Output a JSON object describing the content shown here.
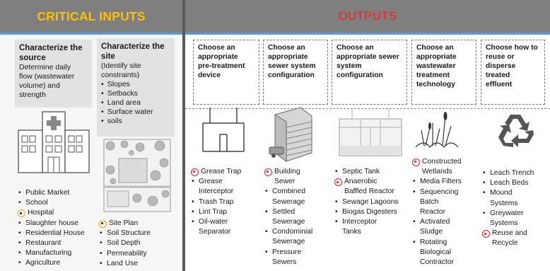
{
  "critical_inputs": {
    "header": "CRITICAL INPUTS",
    "source_box": {
      "title_line1": "Characterize the",
      "title_line2": "source",
      "desc_line1": "Determine daily",
      "desc_line2": "flow (wastewater",
      "desc_line3": "volume) and",
      "desc_line4": "strength"
    },
    "site_box": {
      "title_line1": "Characterize the",
      "title_line2": "site",
      "desc_line1": "(Identify site",
      "desc_line2": "constraints)",
      "items": [
        "Slopes",
        "Setbacks",
        "Land area",
        "Surface water",
        "soils"
      ]
    },
    "source_list": [
      "Public Market",
      "School",
      "Hospital",
      "Slaughter house",
      "Residential House",
      "Restaurant",
      "Manufacturing",
      "Agriculture"
    ],
    "site_list": [
      "Site Plan",
      "Soil Structure",
      "Soil Depth",
      "Permeability",
      "Land Use"
    ]
  },
  "outputs": {
    "header": "OUTPUTS",
    "columns": [
      {
        "heading": [
          "Choose an",
          "appropriate",
          "pre-treatment",
          "device"
        ],
        "items": [
          "Grease Trap",
          "Grease",
          "Interceptor",
          "Trash Trap",
          "Lint Trap",
          "Oil-water",
          "Separator"
        ]
      },
      {
        "heading": [
          "Choose an",
          "appropriate",
          "sewer system",
          "configuration"
        ],
        "items": [
          "Building",
          "Sewer",
          "Combined",
          "Sewerage",
          "Settled",
          "Sewerage",
          "Condominial",
          "Sewerage",
          "Pressure",
          "Sewers"
        ]
      },
      {
        "heading": [
          "Choose an",
          "appropriate sewer",
          "system",
          "configuration"
        ],
        "items": [
          "Septic Tank",
          "Anaerobic",
          "Baffled Reactor",
          "Sewage Lagoons",
          "Biogas Digesters",
          "Interceptor",
          "Tanks"
        ]
      },
      {
        "heading": [
          "Choose an",
          "appropriate",
          "wastewater",
          "treatment",
          "technology"
        ],
        "items": [
          "Constructed",
          "Wetlands",
          "Media Filters",
          "Sequencing",
          "Batch",
          "Reactor",
          "Activated",
          "Sludge",
          "Rotating",
          "Biological",
          "Contractor"
        ]
      },
      {
        "heading": [
          "Choose how to",
          "reuse or",
          "disperse treated",
          "effluent"
        ],
        "items": [
          "Leach Trench",
          "Leach Beds",
          "Mound",
          "Systems",
          "Greywater",
          "Systems",
          "Reuse and",
          "Recycle"
        ]
      }
    ]
  },
  "colors": {
    "header_bg": "#7f7f7f",
    "critical_header_text": "#ffc000",
    "outputs_header_text": "#ff1a1a",
    "highlight_red": "#e02020",
    "highlight_yellow": "#e8a900"
  },
  "icons": [
    "hospital-building-icon",
    "site-plan-icon",
    "grease-trap-icon",
    "apartment-building-icon",
    "septic-tank-icon",
    "wetland-plants-icon",
    "recycle-icon"
  ]
}
